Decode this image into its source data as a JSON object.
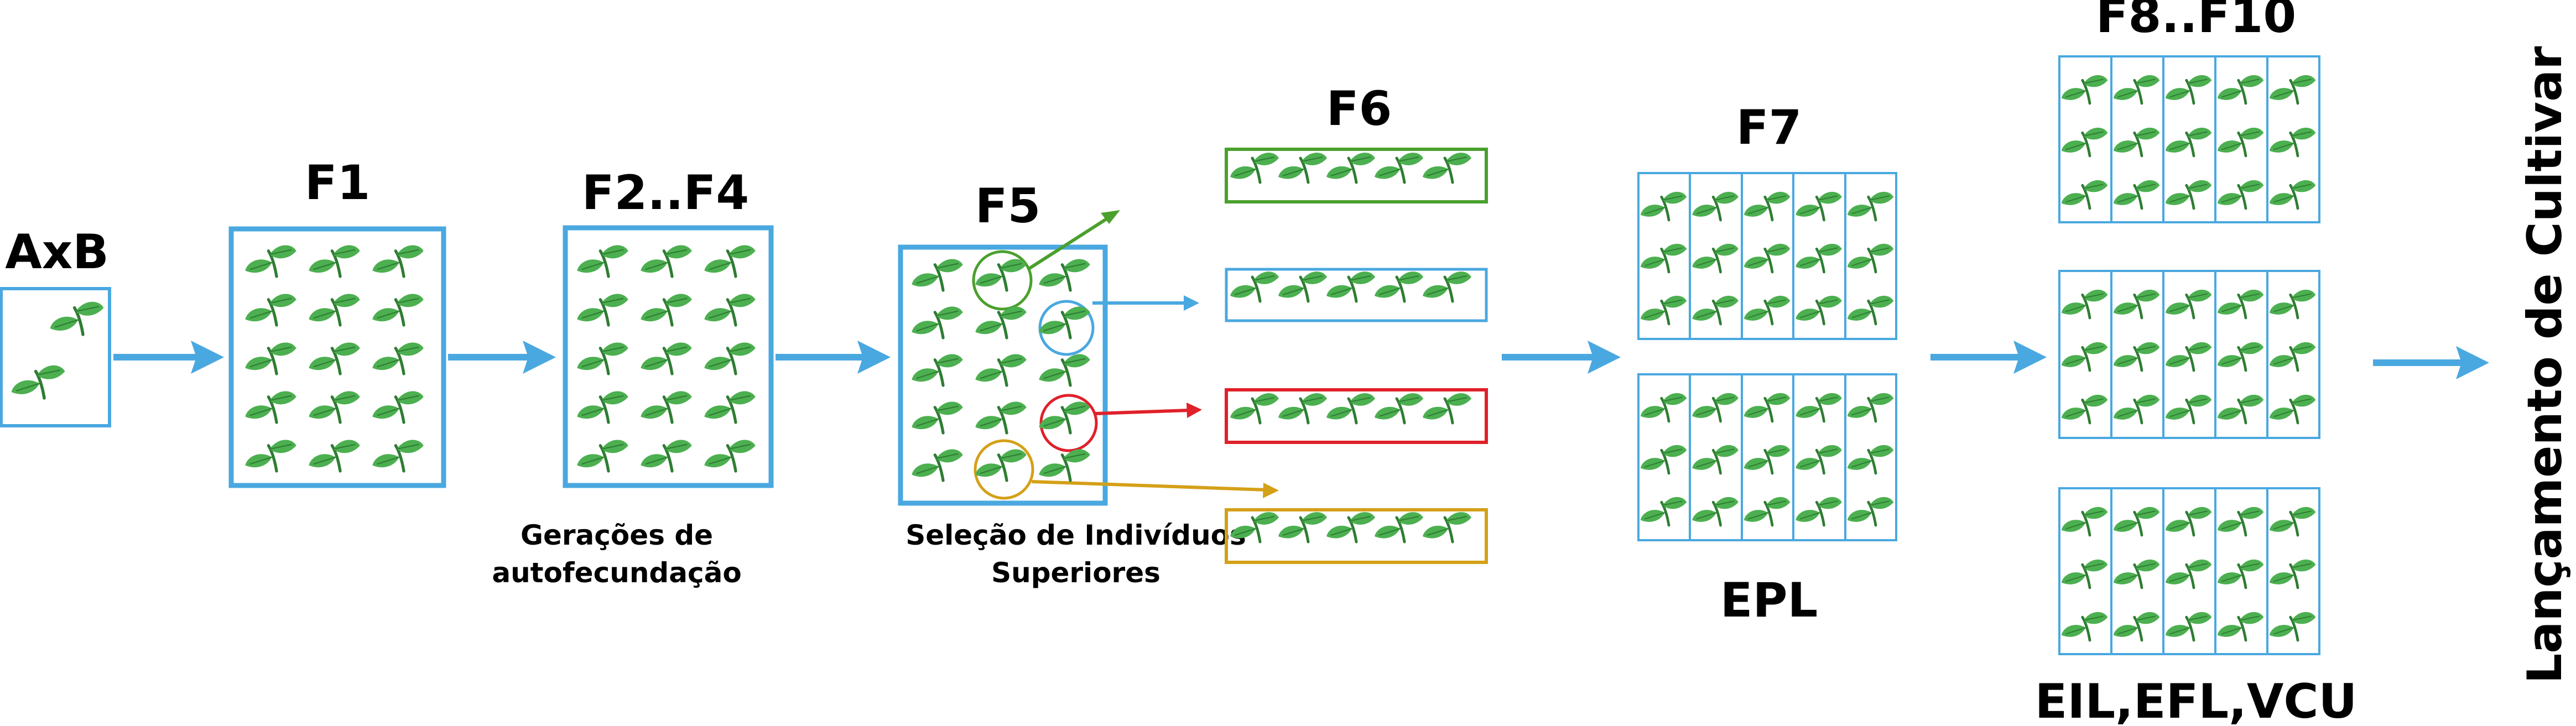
{
  "stages": {
    "axb": "AxB",
    "f1": "F1",
    "f2f4": "F2..F4",
    "f5": "F5",
    "f6": "F6",
    "f7": "F7",
    "f8f10": "F8..F10"
  },
  "captions": {
    "selfing_line1": "Gerações de",
    "selfing_line2": "autofecundação",
    "selection_line1": "Seleção de Indivíduos",
    "selection_line2": "Superiores",
    "epl": "EPL",
    "trials": "EIL,EFL,VCU",
    "release": "Lançamento de Cultivar"
  },
  "colors": {
    "flow": "#4aa8e0",
    "plant": "#4caf50",
    "plant_stem": "#2e7d32",
    "select_green": "#4aa02c",
    "select_blue": "#4aa8e0",
    "select_red": "#e0202a",
    "select_gold": "#d4a017"
  },
  "icons": {
    "plant": "seedling-icon"
  }
}
